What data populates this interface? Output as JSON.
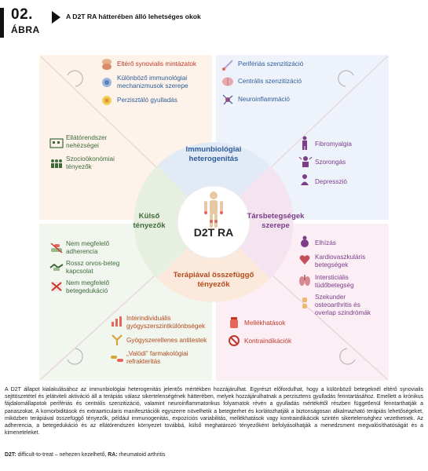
{
  "figure": {
    "number": "02.",
    "word": "ÁBRA",
    "title": "A D2T RA hátterében álló lehetséges okok"
  },
  "diagram": {
    "center": "D2T RA",
    "segments": {
      "top": {
        "label_l1": "Immunbiológiai",
        "label_l2": "heterogenitás",
        "color": "#2e5c9a"
      },
      "right": {
        "label_l1": "Társbetegségek",
        "label_l2": "szerepe",
        "color": "#7b3c8a"
      },
      "bottom": {
        "label_l1": "Terápiával összefüggő",
        "label_l2": "tényezők",
        "color": "#b34a1c"
      },
      "left": {
        "label_l1": "Külső",
        "label_l2": "tényezők",
        "color": "#3f6b3b"
      }
    },
    "top_left": {
      "items": [
        {
          "text": "Eltérő synovialis mintázatok",
          "icon": "joint-icon"
        },
        {
          "text_l1": "Különböző immunológiai",
          "text_l2": "mechanizmusok szerepe",
          "icon": "immune-cell-icon"
        },
        {
          "text": "Perzisztáló gyulladás",
          "icon": "inflammation-icon"
        }
      ]
    },
    "top_right": {
      "items": [
        {
          "text": "Perifériás szenzitizáció",
          "icon": "nerve-icon"
        },
        {
          "text": "Centrális szenzitizáció",
          "icon": "brain-icon"
        },
        {
          "text": "Neuroinflammáció",
          "icon": "neuron-icon"
        }
      ]
    },
    "left": {
      "items": [
        {
          "text_l1": "Ellátórendszer",
          "text_l2": "nehézségei",
          "icon": "hospital-icon"
        },
        {
          "text_l1": "Szocioökonómiai",
          "text_l2": "tényezők",
          "icon": "people-icon"
        }
      ]
    },
    "right": {
      "items": [
        {
          "text": "Fibromyalgia",
          "icon": "body-pain-icon"
        },
        {
          "text": "Szorongás",
          "icon": "anxiety-icon"
        },
        {
          "text": "Depresszió",
          "icon": "depression-icon"
        }
      ]
    },
    "bottom_left": {
      "items": [
        {
          "text_l1": "Nem megfelelő",
          "text_l2": "adherencia",
          "icon": "pill-hand-icon"
        },
        {
          "text_l1": "Rossz orvos-beteg",
          "text_l2": "kapcsolat",
          "icon": "handshake-icon"
        },
        {
          "text_l1": "Nem megfelelő",
          "text_l2": "betegedukáció",
          "icon": "cross-book-icon"
        }
      ]
    },
    "bottom_right": {
      "items": [
        {
          "text": "Elhízás",
          "icon": "obesity-icon"
        },
        {
          "text_l1": "Kardiovaszkuláris",
          "text_l2": "betegségek",
          "icon": "heart-icon"
        },
        {
          "text_l1": "Intersticiális",
          "text_l2": "tüdőbetegség",
          "icon": "lungs-icon"
        },
        {
          "text_l1": "Szekunder",
          "text_l2": "osteoarthritis és",
          "text_l3": "overlap szindrómák",
          "icon": "knee-icon"
        }
      ]
    },
    "bottom_center_left": {
      "items": [
        {
          "text_l1": "Interindividuális",
          "text_l2": "gyógyszerszintkülönbségek",
          "icon": "chart-icon"
        },
        {
          "text": "Gyógyszerellenes antitestek",
          "icon": "antibody-icon"
        },
        {
          "text_l1": "„Valódi” farmakológiai",
          "text_l2": "refrakteritás",
          "icon": "pills-icon"
        }
      ]
    },
    "bottom_center_right": {
      "items": [
        {
          "text": "Mellékhatások",
          "icon": "medicine-bottle-icon"
        },
        {
          "text": "Kontraindikációk",
          "icon": "forbidden-icon"
        }
      ]
    }
  },
  "caption": "A D2T állapot kialakulásához az immunbiológiai heterogenitás jelentős mértékben hozzájárulhat. Egyrészt előfordulhat, hogy a különböző betegeknél eltérő synovialis sejttöszetétel és jelátviteli aktiváció áll a terápiás válasz sikertelenségének hátterében, melyek hozzájárulhatnak a perzisztens gyulladás fenntartásához. Emellett a krónikus fájdalomállapotok perifériás és centrális szenzitizáció, valamint neuroinflammatorikus folyamatok révén a gyulladás mértékétől részben függetlenül fenntarthatják a panaszokat. A komorbiditások és extraarticularis manifesztációk egyszerre növelhetik a betegterhet és korlátozhatják a biztonságosan alkalmazható terápiás lehetőségeket, miközben terápiával összefüggő tényezők, például immunogenitás, expozíciós variabilitás, mellékhatások vagy kontraindikációk szintén sikertelenséghez vezethetnek. Az adherencia, a betegedukáció és az ellátórendszeri környezet továbbá, külső meghatározó tényezőként befolyásolhatják a menedzsment megvalósíthatóságát és a kimeneteleket.",
  "abbreviations": {
    "a1_key": "D2T:",
    "a1_val": " difficult-to-treat – nehezen kezelhető, ",
    "a2_key": "RA:",
    "a2_val": " rheumatoid arthritis"
  }
}
